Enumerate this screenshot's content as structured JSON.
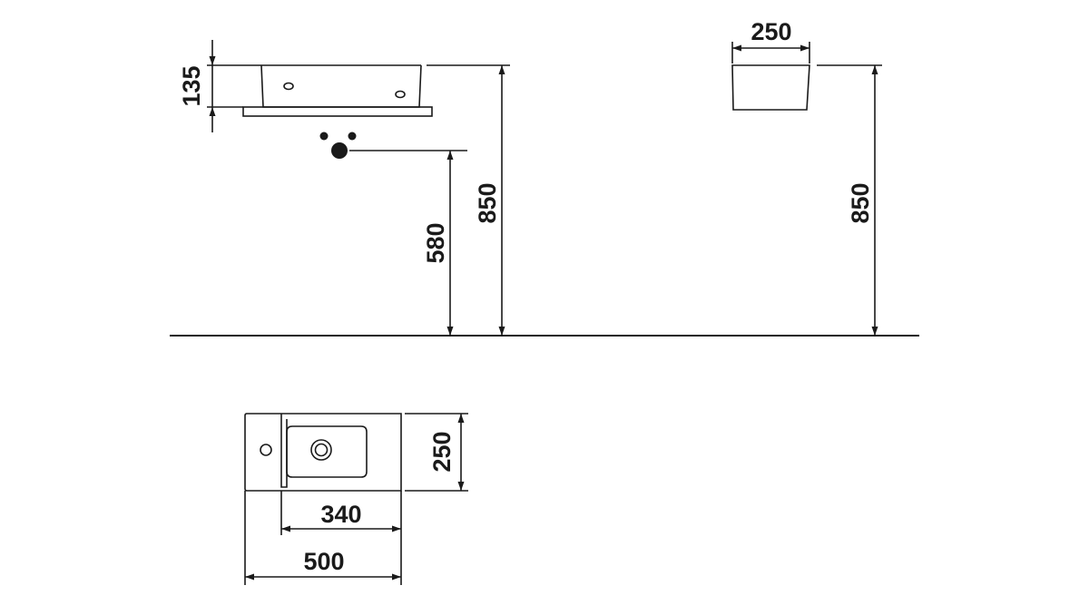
{
  "dimensions": {
    "basin_height": "135",
    "front_depth": "250",
    "floor_to_rim_front": "850",
    "floor_to_waste": "580",
    "floor_to_rim_side": "850",
    "top_depth": "250",
    "bowl_width": "340",
    "total_width": "500"
  },
  "colors": {
    "line": "#1a1a1a",
    "background": "#ffffff"
  }
}
